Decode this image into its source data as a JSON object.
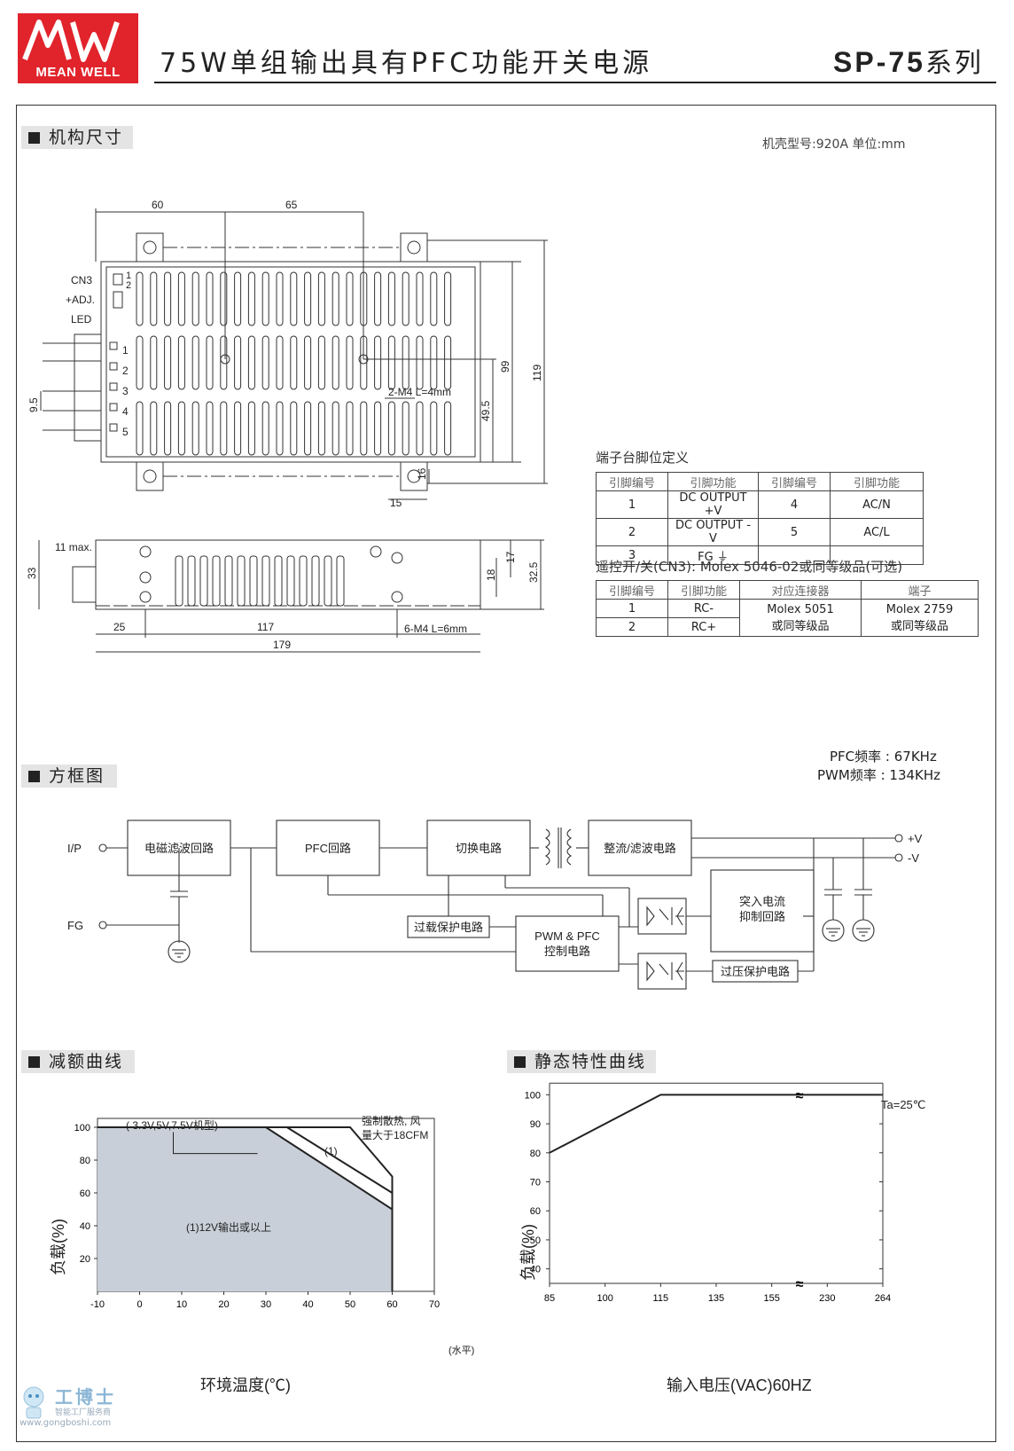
{
  "header": {
    "brand": "MEAN WELL",
    "title": "75W单组输出具有PFC功能开关电源",
    "series_code": "SP-75",
    "series_suffix": "系列"
  },
  "mechanical": {
    "heading": "机构尺寸",
    "case_info": "机壳型号:920A    单位:mm",
    "top_view": {
      "dim_60": "60",
      "dim_65": "65",
      "dim_99": "99",
      "dim_119": "119",
      "dim_49_5": "49.5",
      "dim_9_5": "9.5",
      "dim_16": "16",
      "dim_15": "15",
      "screw_note": "2-M4 L=4mm",
      "cn3_label": "CN3",
      "adj_label": "+ADJ.",
      "led_label": "LED",
      "cn3_pins": [
        "1",
        "2"
      ],
      "terminal_pins": [
        "1",
        "2",
        "3",
        "4",
        "5"
      ]
    },
    "side_view": {
      "dim_11max": "11 max.",
      "dim_33": "33",
      "dim_25": "25",
      "dim_117": "117",
      "dim_179": "179",
      "dim_17": "17",
      "dim_18": "18",
      "dim_32_5": "32.5",
      "screw_note": "6-M4 L=6mm"
    }
  },
  "terminal_table": {
    "caption": "端子台脚位定义",
    "headers": [
      "引脚编号",
      "引脚功能",
      "引脚编号",
      "引脚功能"
    ],
    "rows": [
      [
        "1",
        "DC OUTPUT +V",
        "4",
        "AC/N"
      ],
      [
        "2",
        "DC OUTPUT -V",
        "5",
        "AC/L"
      ],
      [
        "3",
        "FG ⏚",
        "",
        ""
      ]
    ]
  },
  "remote_table": {
    "caption": "遥控开/关(CN3): Molex 5046-02或同等级品(可选)",
    "headers": [
      "引脚编号",
      "引脚功能",
      "对应连接器",
      "端子"
    ],
    "rows": [
      [
        "1",
        "RC-"
      ],
      [
        "2",
        "RC+"
      ]
    ],
    "connector": [
      "Molex 5051",
      "或同等级品"
    ],
    "terminal": [
      "Molex 2759",
      "或同等级品"
    ]
  },
  "block_diagram": {
    "heading": "方框图",
    "freq_pfc": "PFC频率 : 67KHz",
    "freq_pwm": "PWM频率 : 134KHz",
    "ip_label": "I/P",
    "fg_label": "FG",
    "out_pos": "+V",
    "out_neg": "-V",
    "blocks": {
      "emi": "电磁滤波回路",
      "pfc": "PFC回路",
      "switch": "切换电路",
      "rectify": "整流/滤波电路",
      "olp": "过载保护电路",
      "pwm_line1": "PWM & PFC",
      "pwm_line2": "控制电路",
      "inrush_line1": "突入电流",
      "inrush_line2": "抑制回路",
      "ovp": "过压保护电路"
    }
  },
  "derating": {
    "heading": "减额曲线",
    "chart_data": {
      "type": "area",
      "note_models": "( 3.3V,5V,7.5V机型)",
      "note_cooling_line1": "强制散热, 风",
      "note_cooling_line2": "量大于18CFM",
      "series_label_short": "(1)",
      "series_label_long": "(1)12V输出或以上",
      "xlabel": "环境温度(℃)",
      "ylabel": "负载(%)",
      "xunit": "(水平)",
      "xticks": [
        -10,
        0,
        10,
        20,
        30,
        40,
        50,
        60,
        70
      ],
      "yticks": [
        20,
        40,
        60,
        80,
        100
      ],
      "xlim": [
        -10,
        70
      ],
      "ylim": [
        0,
        100
      ],
      "series": [
        {
          "x": [
            -10,
            30,
            60,
            60
          ],
          "y": [
            100,
            100,
            50,
            0
          ]
        },
        {
          "x": [
            -10,
            35,
            60
          ],
          "y": [
            100,
            100,
            60
          ]
        },
        {
          "x": [
            -10,
            50,
            60,
            60
          ],
          "y": [
            100,
            100,
            70,
            0
          ]
        }
      ]
    }
  },
  "static": {
    "heading": "静态特性曲线",
    "chart_data": {
      "type": "line",
      "ta_note": "Ta=25℃",
      "xlabel": "输入电压(VAC)60HZ",
      "ylabel": "负载(%)",
      "xticks": [
        "85",
        "100",
        "115",
        "135",
        "155",
        "230",
        "264"
      ],
      "yticks": [
        40,
        50,
        60,
        70,
        80,
        90,
        100
      ],
      "ylim": [
        35,
        105
      ],
      "series": [
        {
          "x": [
            "85",
            "115",
            "264"
          ],
          "y": [
            80,
            100,
            100
          ]
        }
      ]
    }
  },
  "footer": {
    "brand": "工博士",
    "sub1": "智能工厂服务商",
    "url": "www.gongboshi.com"
  }
}
